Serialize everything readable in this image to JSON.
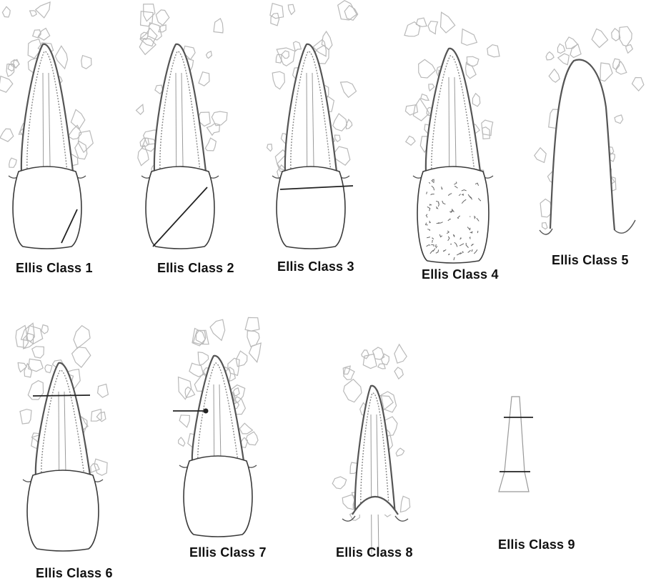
{
  "diagrams": [
    {
      "id": 1,
      "label": "Ellis Class 1"
    },
    {
      "id": 2,
      "label": "Ellis Class 2"
    },
    {
      "id": 3,
      "label": "Ellis Class 3"
    },
    {
      "id": 4,
      "label": "Ellis Class 4"
    },
    {
      "id": 5,
      "label": "Ellis Class 5"
    },
    {
      "id": 6,
      "label": "Ellis Class 6"
    },
    {
      "id": 7,
      "label": "Ellis Class 7"
    },
    {
      "id": 8,
      "label": "Ellis Class 8"
    },
    {
      "id": 9,
      "label": "Ellis Class 9"
    }
  ],
  "colors": {
    "background": "#ffffff",
    "outline": "#3a3a3a",
    "bone": "#b9b9b9",
    "label": "#111111"
  }
}
